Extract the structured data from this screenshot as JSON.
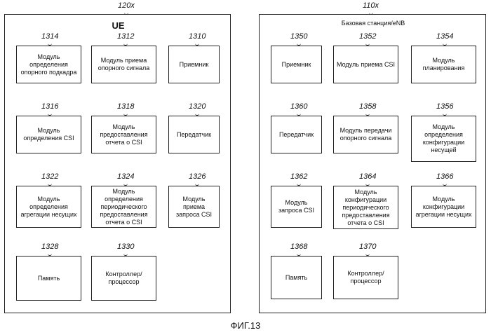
{
  "ue": {
    "ref": "120x",
    "title": "UE",
    "modules": [
      {
        "ref": "1314",
        "label": "Модуль определения опорного подкадра"
      },
      {
        "ref": "1312",
        "label": "Модуль приема опорного сигнала"
      },
      {
        "ref": "1310",
        "label": "Приемник"
      },
      {
        "ref": "1316",
        "label": "Модуль определения CSI"
      },
      {
        "ref": "1318",
        "label": "Модуль предоставления отчета о CSI"
      },
      {
        "ref": "1320",
        "label": "Передатчик"
      },
      {
        "ref": "1322",
        "label": "Модуль определения агрегации несущих"
      },
      {
        "ref": "1324",
        "label": "Модуль определения периодического предоставления отчета о CSI"
      },
      {
        "ref": "1326",
        "label": "Модуль приема запроса CSI"
      },
      {
        "ref": "1328",
        "label": "Память"
      },
      {
        "ref": "1330",
        "label": "Контроллер/ процессор"
      }
    ]
  },
  "enb": {
    "ref": "110x",
    "title": "Базовая станция/eNB",
    "modules": [
      {
        "ref": "1350",
        "label": "Приемник"
      },
      {
        "ref": "1352",
        "label": "Модуль приема CSI"
      },
      {
        "ref": "1354",
        "label": "Модуль планирования"
      },
      {
        "ref": "1360",
        "label": "Передатчик"
      },
      {
        "ref": "1358",
        "label": "Модуль передачи опорного сигнала"
      },
      {
        "ref": "1356",
        "label": "Модуль определения конфигурации несущей"
      },
      {
        "ref": "1362",
        "label": "Модуль запроса CSI"
      },
      {
        "ref": "1364",
        "label": "Модуль конфигурации периодического предоставления отчета о CSI"
      },
      {
        "ref": "1366",
        "label": "Модуль конфигурации агрегации несущих"
      },
      {
        "ref": "1368",
        "label": "Память"
      },
      {
        "ref": "1370",
        "label": "Контроллер/ процессор"
      }
    ]
  },
  "figure_label": "ФИГ.13"
}
